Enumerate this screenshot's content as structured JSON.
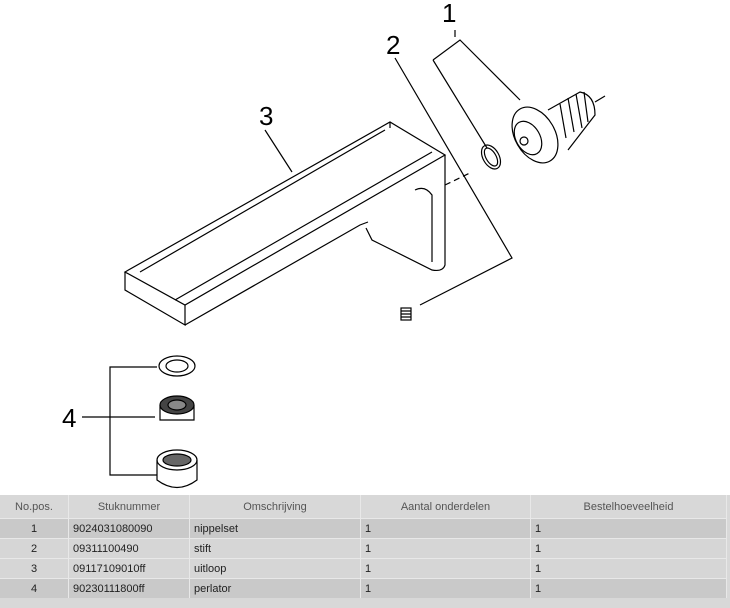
{
  "diagram": {
    "labels": [
      "1",
      "2",
      "3",
      "4"
    ]
  },
  "table": {
    "headers": [
      "No.pos.",
      "Stuknummer",
      "Omschrijving",
      "Aantal onderdelen",
      "Bestelhoeveelheid"
    ],
    "rows": [
      [
        "1",
        "9024031080090",
        "nippelset",
        "1",
        "1"
      ],
      [
        "2",
        "09311100490",
        "stift",
        "1",
        "1"
      ],
      [
        "3",
        "09117109010ff",
        "uitloop",
        "1",
        "1"
      ],
      [
        "4",
        "90230111800ff",
        "perlator",
        "1",
        "1"
      ]
    ]
  }
}
